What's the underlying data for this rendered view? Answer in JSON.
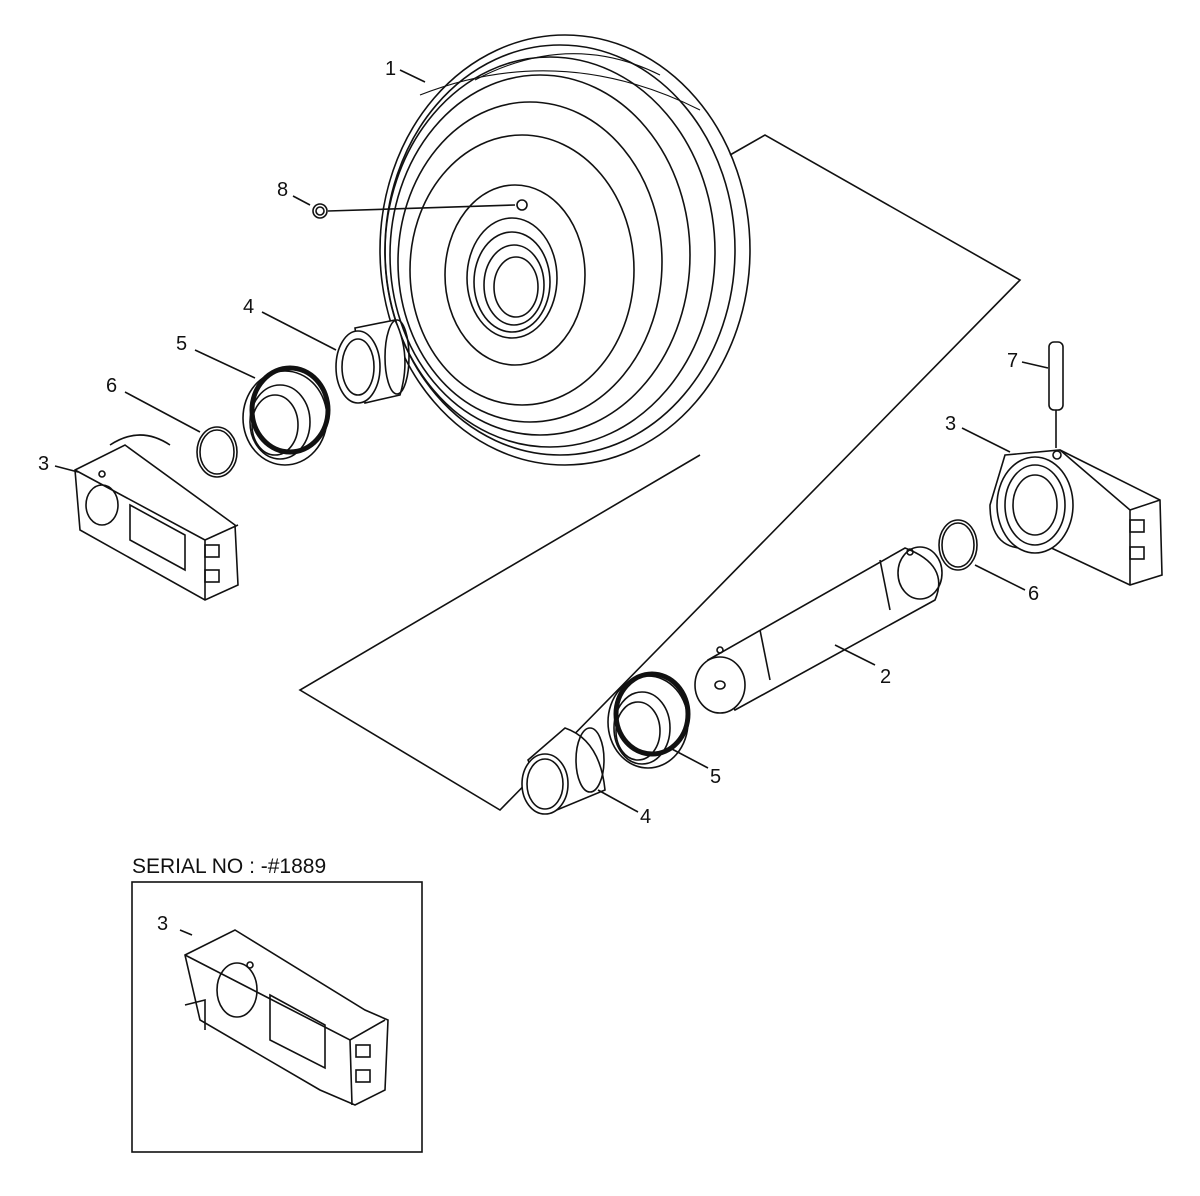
{
  "diagram": {
    "callouts": {
      "c1": "1",
      "c2": "2",
      "c3_left": "3",
      "c3_right": "3",
      "c3_inset": "3",
      "c4_upper": "4",
      "c4_lower": "4",
      "c5_upper": "5",
      "c5_lower": "5",
      "c6_left": "6",
      "c6_right": "6",
      "c7": "7",
      "c8": "8"
    },
    "inset": {
      "title": "SERIAL NO : -#1889"
    }
  }
}
